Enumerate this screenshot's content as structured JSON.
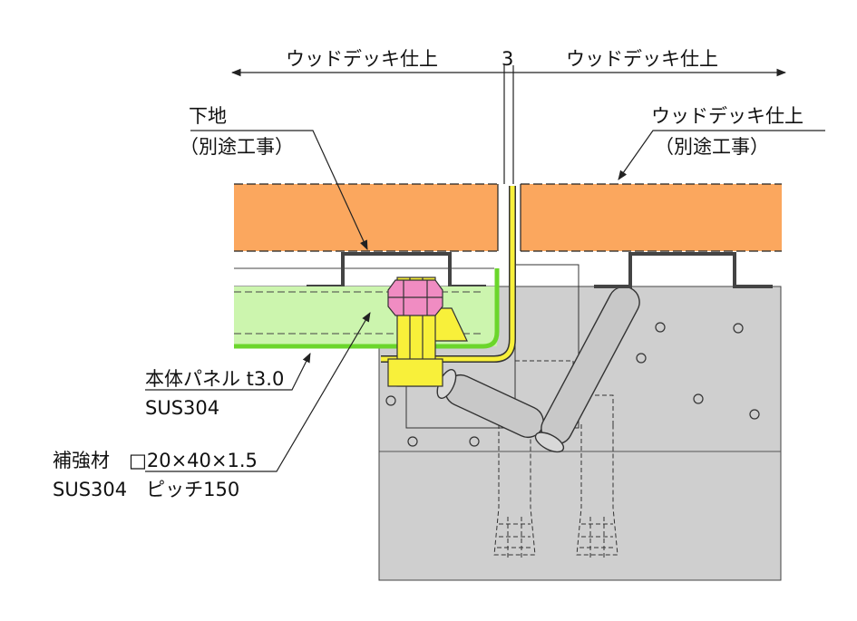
{
  "dimension": {
    "left_label": "ウッドデッキ仕上",
    "gap_value": "3",
    "right_label": "ウッドデッキ仕上"
  },
  "callouts": {
    "substrate": {
      "line1": "下地",
      "line2": "（別途工事）"
    },
    "deck_finish": {
      "line1": "ウッドデッキ仕上",
      "line2": "（別途工事）"
    },
    "body_panel": {
      "line1": "本体パネル t3.0",
      "line2": "SUS304"
    },
    "reinforcement": {
      "line1": "補強材　□20×40×1.5",
      "line2": "SUS304　ピッチ150"
    }
  },
  "colors": {
    "wood_deck": "#FBA75E",
    "panel_fill": "#CCF5AE",
    "panel_edge": "#6BD62B",
    "plate_yellow": "#F8F03A",
    "nut_pink": "#F08CC2",
    "concrete": "#CFCFCF",
    "line": "#333333"
  }
}
